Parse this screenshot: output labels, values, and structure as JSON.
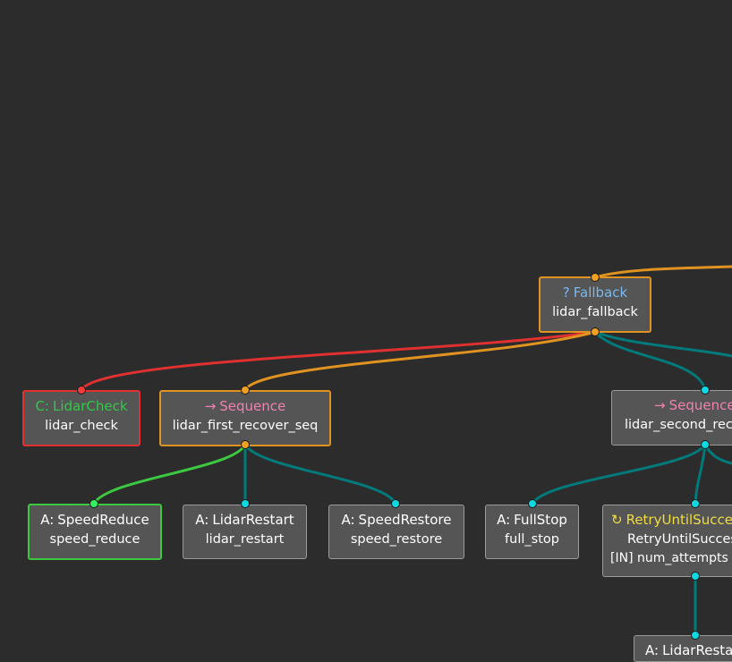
{
  "colors": {
    "background": "#2c2c2c",
    "edge_idle": "#007a7a",
    "edge_running": "#e09320",
    "edge_failure": "#e03030",
    "edge_success": "#3cc840"
  },
  "nodes": {
    "lidar_fallback": {
      "icon": "question-mark-icon",
      "glyph": "?",
      "type": "Fallback",
      "instance": "lidar_fallback"
    },
    "lidar_check": {
      "icon": "condition-c-icon",
      "glyph": "C:",
      "type": "LidarCheck",
      "instance": "lidar_check"
    },
    "lidar_first_recover_seq": {
      "icon": "arrow-right-icon",
      "glyph": "→",
      "type": "Sequence",
      "instance": "lidar_first_recover_seq"
    },
    "lidar_second_recover_seq": {
      "icon": "arrow-right-icon",
      "glyph": "→",
      "type": "Sequence",
      "instance": "lidar_second_reco"
    },
    "speed_reduce": {
      "icon": "action-a-icon",
      "glyph": "A:",
      "type": "SpeedReduce",
      "instance": "speed_reduce"
    },
    "lidar_restart": {
      "icon": "action-a-icon",
      "glyph": "A:",
      "type": "LidarRestart",
      "instance": "lidar_restart"
    },
    "speed_restore": {
      "icon": "action-a-icon",
      "glyph": "A:",
      "type": "SpeedRestore",
      "instance": "speed_restore"
    },
    "full_stop": {
      "icon": "action-a-icon",
      "glyph": "A:",
      "type": "FullStop",
      "instance": "full_stop"
    },
    "retry_until_success": {
      "icon": "retry-arrow-icon",
      "glyph": "↻",
      "type": "RetryUntilSucce",
      "instance": "RetryUntilSucces",
      "port": "[IN] num_attempts"
    },
    "lidar_restart_2": {
      "icon": "action-a-icon",
      "glyph": "A:",
      "type": "LidarResta"
    }
  }
}
